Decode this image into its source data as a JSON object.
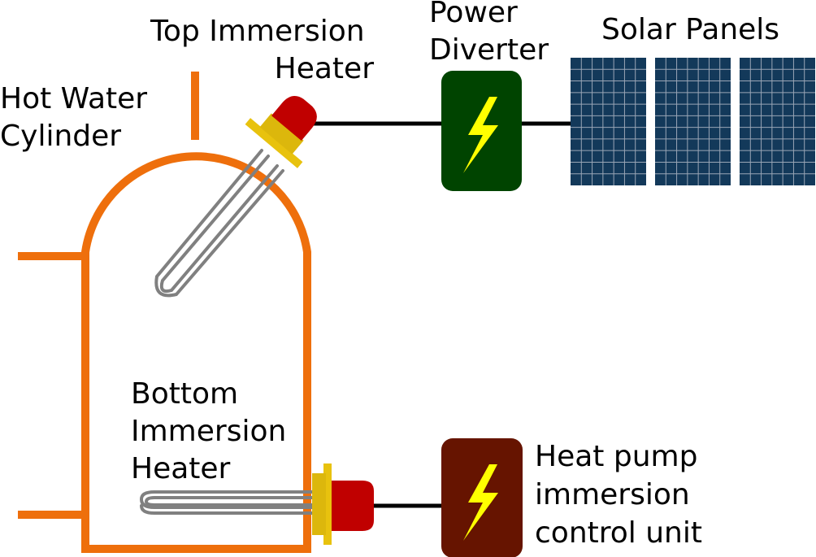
{
  "labels": {
    "hot_water_cylinder": [
      "Hot Water",
      "Cylinder"
    ],
    "top_immersion_heater": [
      "Top Immersion",
      "Heater"
    ],
    "power_diverter": [
      "Power",
      "Diverter"
    ],
    "solar_panels": "Solar Panels",
    "bottom_immersion_heater": [
      "Bottom",
      "Immersion",
      "Heater"
    ],
    "heat_pump_control_unit": [
      "Heat pump",
      "immersion",
      "control unit"
    ]
  },
  "icons": {
    "power_diverter": "lightning-bolt-icon",
    "heat_pump_control_unit": "lightning-bolt-icon"
  },
  "colors": {
    "cylinder_pipe": "#ee6f0c",
    "heater_cap": "#c00000",
    "heater_flange": "#e8c20e",
    "heater_element": "#808080",
    "power_diverter_box": "#004400",
    "control_unit_box": "#661400",
    "lightning_bolt": "#ffff00",
    "solar_panel": "#13395a",
    "solar_grid": "#9aa6b6",
    "wire": "#000000"
  },
  "solar_panel_count": 3
}
